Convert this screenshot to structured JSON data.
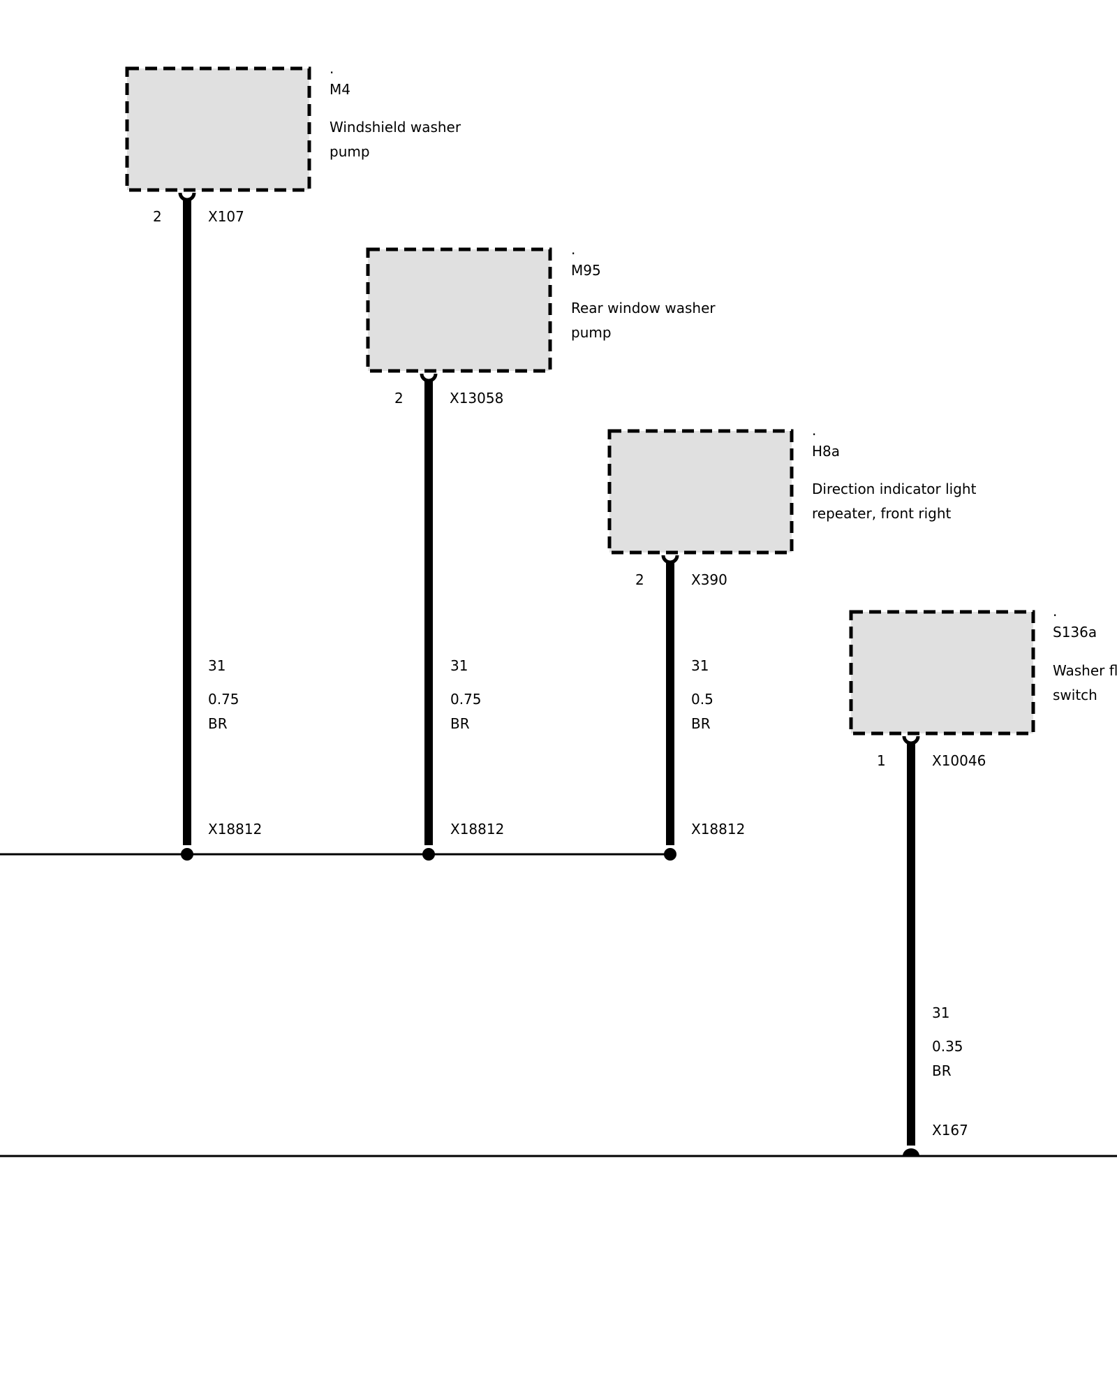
{
  "components": [
    {
      "id": "M4",
      "dot": ".",
      "name_line1": "Windshield washer",
      "name_line2": "pump",
      "pin": "2",
      "connector": "X107",
      "wire_signal": "31",
      "wire_gauge": "0.75",
      "wire_color": "BR",
      "ground": "X18812"
    },
    {
      "id": "M95",
      "dot": ".",
      "name_line1": "Rear window washer",
      "name_line2": "pump",
      "pin": "2",
      "connector": "X13058",
      "wire_signal": "31",
      "wire_gauge": "0.75",
      "wire_color": "BR",
      "ground": "X18812"
    },
    {
      "id": "H8a",
      "dot": ".",
      "name_line1": "Direction indicator light",
      "name_line2": "repeater, front right",
      "pin": "2",
      "connector": "X390",
      "wire_signal": "31",
      "wire_gauge": "0.5",
      "wire_color": "BR",
      "ground": "X18812"
    },
    {
      "id": "S136a",
      "dot": ".",
      "name_line1": "Washer fluid level",
      "name_line2": "switch",
      "pin": "1",
      "connector": "X10046",
      "wire_signal": "31",
      "wire_gauge": "0.35",
      "wire_color": "BR",
      "ground": "X167"
    }
  ],
  "colors": {
    "box_fill": "#e0e0e0",
    "line": "#000000",
    "background": "#ffffff"
  }
}
